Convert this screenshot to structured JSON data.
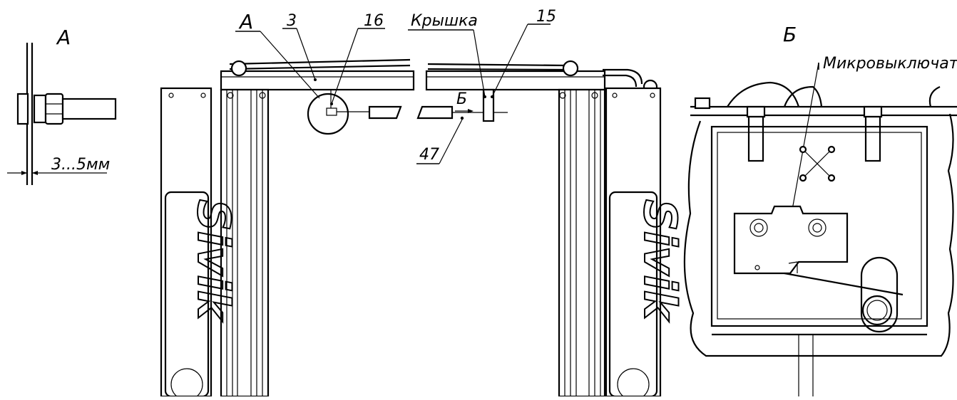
{
  "views": {
    "detail_a_title": "А",
    "callout_a": "А",
    "detail_b_title": "Б",
    "arrow_b": "Б"
  },
  "callouts": {
    "part_3": "3",
    "part_16": "16",
    "lid": "Крышка",
    "part_15": "15",
    "part_47": "47",
    "microswitch": "Микровыключатель"
  },
  "dimensions": {
    "gap": "3...5мм"
  },
  "logos": [
    "Sivik",
    "Sivik"
  ]
}
